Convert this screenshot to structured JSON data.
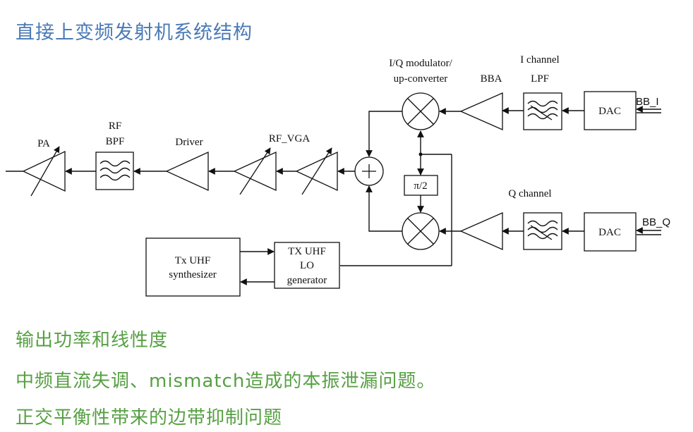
{
  "title": "直接上变频发射机系统结构",
  "diagram": {
    "pa": "PA",
    "rf_bpf_line1": "RF",
    "rf_bpf_line2": "BPF",
    "driver": "Driver",
    "rf_vga": "RF_VGA",
    "modulator_line1": "I/Q modulator/",
    "modulator_line2": "up-converter",
    "bba": "BBA",
    "i_channel": "I channel",
    "lpf": "LPF",
    "dac_i": "DAC",
    "bb_i": "BB_I",
    "q_channel": "Q channel",
    "dac_q": "DAC",
    "bb_q": "BB_Q",
    "phase_shift": "π/2",
    "plus": "+",
    "synth_line1": "Tx UHF",
    "synth_line2": "synthesizer",
    "lo_line1": "TX UHF",
    "lo_line2": "LO",
    "lo_line3": "generator"
  },
  "notes": [
    "输出功率和线性度",
    "中频直流失调、mismatch造成的本振泄漏问题。",
    "正交平衡性带来的边带抑制问题"
  ]
}
